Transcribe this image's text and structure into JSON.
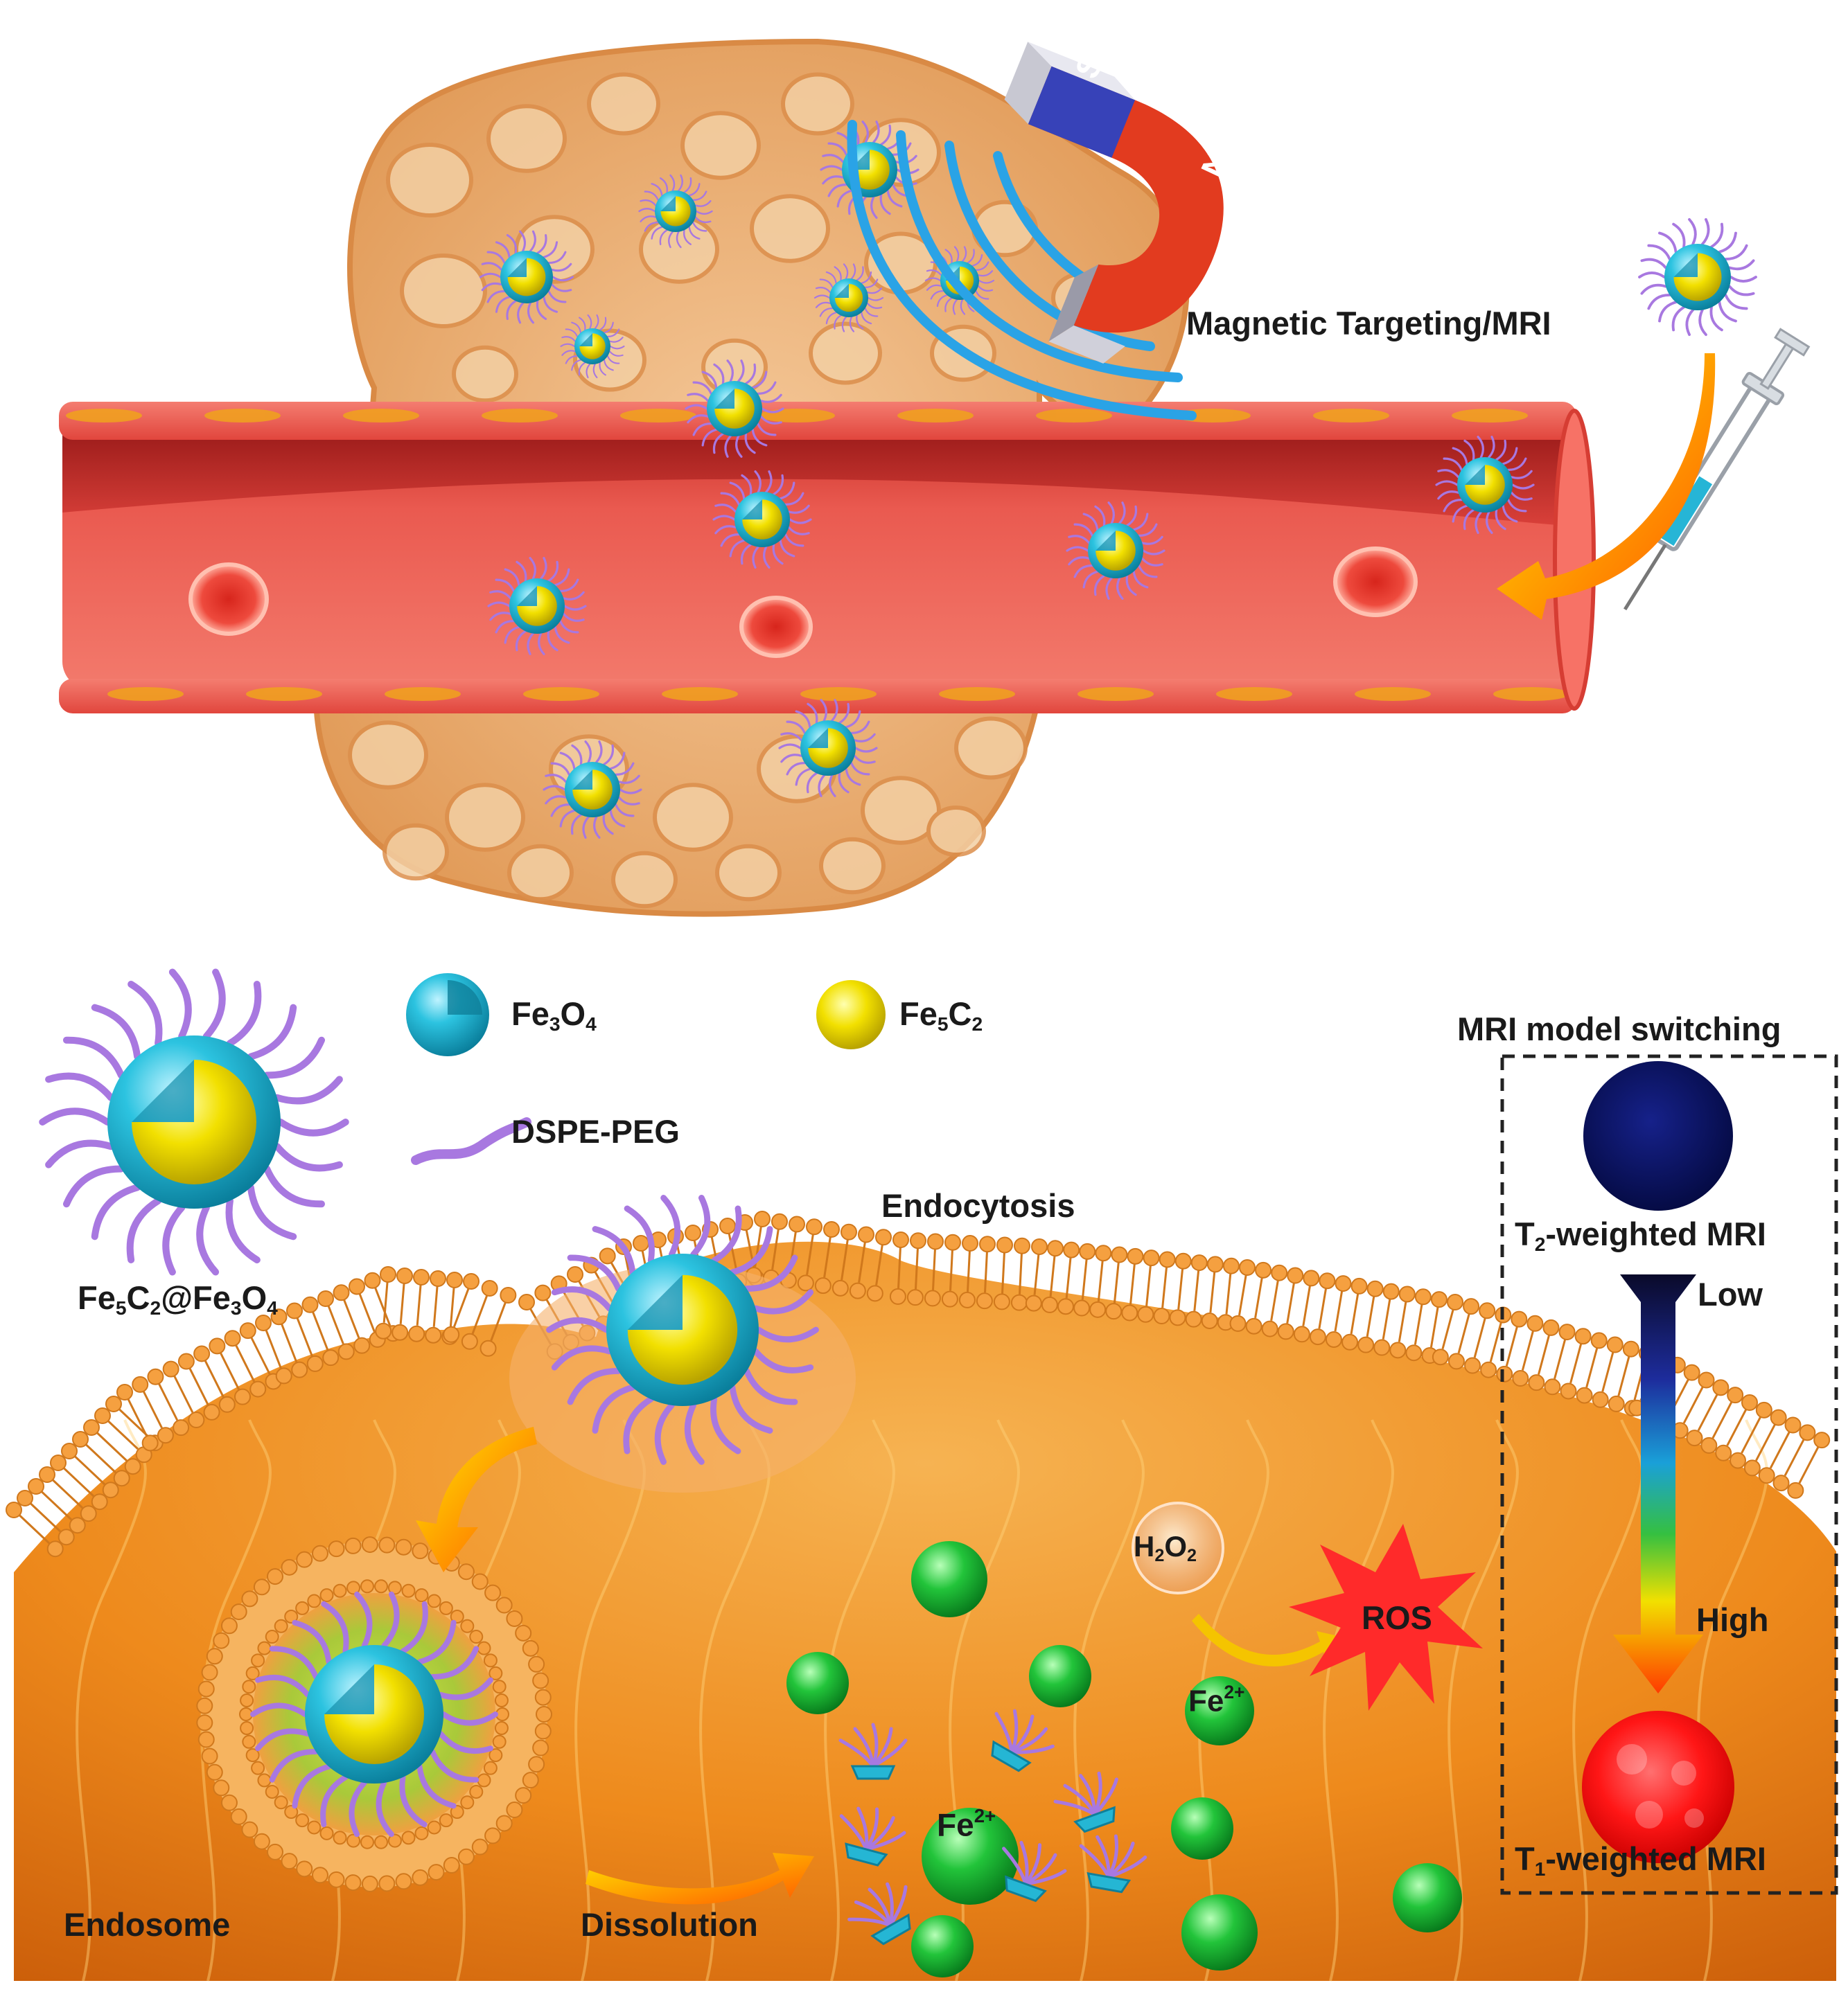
{
  "labels": {
    "magnetic_targeting": "Magnetic Targeting/MRI",
    "magnet_s": "S",
    "magnet_n": "N",
    "legend_fe3o4": {
      "base": "Fe",
      "s1": "3",
      "mid": "O",
      "s2": "4"
    },
    "legend_fe5c2": {
      "base": "Fe",
      "s1": "5",
      "mid": "C",
      "s2": "2"
    },
    "legend_peg": "DSPE-PEG",
    "particle_name": {
      "a": "Fe",
      "s1": "5",
      "b": "C",
      "s2": "2",
      "c": "@Fe",
      "s3": "3",
      "d": "O",
      "s4": "4"
    },
    "endocytosis": "Endocytosis",
    "endosome": "Endosome",
    "dissolution": "Dissolution",
    "h2o2": {
      "a": "H",
      "s1": "2",
      "b": "O",
      "s2": "2"
    },
    "ros": "ROS",
    "fe2_small": {
      "base": "Fe",
      "sup": "2+"
    },
    "fe2_big": {
      "base": "Fe",
      "sup": "2+"
    },
    "mri_title": "MRI model switching",
    "t2": {
      "a": "T",
      "s": "2",
      "b": "-weighted MRI"
    },
    "low": "Low",
    "high": "High",
    "t1": {
      "a": "T",
      "s": "1",
      "b": "-weighted MRI"
    }
  },
  "colors": {
    "tissue": "#e8a86a",
    "vessel": "#e9564c",
    "fe3o4_shell": "#25b6d4",
    "fe5c2_core": "#f2e000",
    "peg": "#a878e0",
    "fe2_ion": "#1fbf3a",
    "cell_interior": "#f08a18",
    "membrane_head": "#f5a040",
    "magnetic_field": "#2aa3e6",
    "t2_signal": "#0b1466",
    "t1_signal": "#ff1a1a"
  },
  "icons": [
    "horseshoe-magnet-icon",
    "syringe-icon",
    "nanoparticle-icon",
    "curved-arrow-icon"
  ]
}
